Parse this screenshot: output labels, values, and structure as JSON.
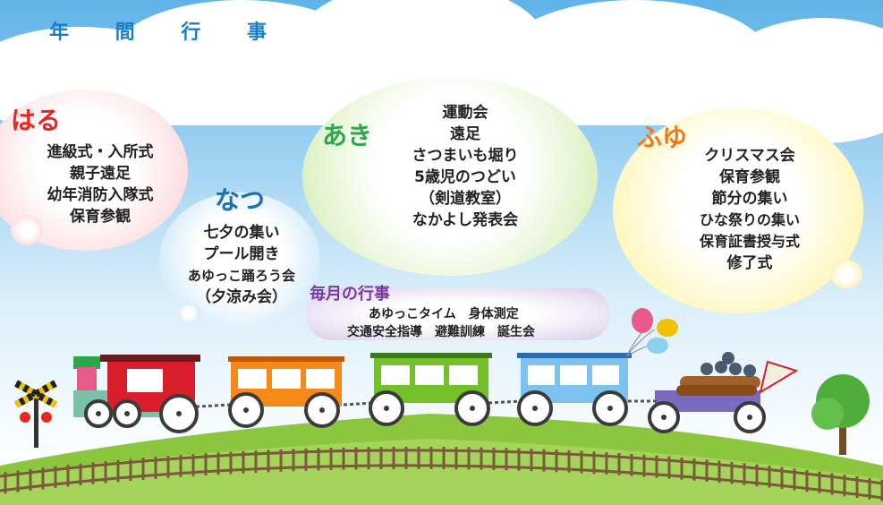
{
  "title": "年 間 行 事",
  "spring": {
    "label": "はる",
    "color": "#e8281f",
    "items": [
      "進級式・入所式",
      "親子遠足",
      "幼年消防入隊式",
      "保育参観"
    ]
  },
  "summer": {
    "label": "なつ",
    "color": "#1a6fc0",
    "items": [
      "七夕の集い",
      "プール開き",
      "あゆっこ踊ろう会",
      "（夕涼み会）"
    ]
  },
  "autumn": {
    "label": "あき",
    "color": "#2aa84a",
    "items": [
      "運動会",
      "遠足",
      "さつまいも堀り",
      "5歳児のつどい",
      "（剣道教室）",
      "なかよし発表会"
    ]
  },
  "winter": {
    "label": "ふゆ",
    "color": "#f07a1a",
    "items": [
      "クリスマス会",
      "保育参観",
      "節分の集い",
      "ひな祭りの集い",
      "保育証書授与式",
      "修了式"
    ]
  },
  "monthly": {
    "label": "毎月の行事",
    "line1": "あゆっこタイム　身体測定",
    "line2": "交通安全指導　避難訓練　誕生会"
  },
  "colors": {
    "sky": "#5fb3e8",
    "grass": "#8cc63f",
    "rail": "#7a5a3a"
  }
}
